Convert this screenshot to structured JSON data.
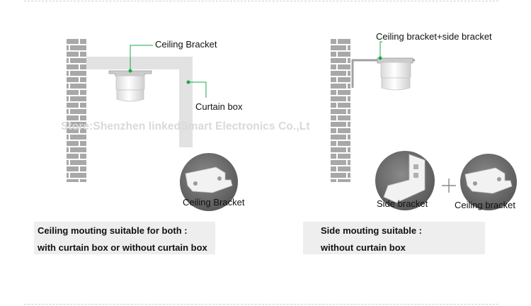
{
  "watermark": "Store:Shenzhen linkedSmart Electronics Co.,Lt",
  "left_diagram": {
    "ceiling_bracket_label": "Ceiling Bracket",
    "curtain_box_label": "Curtain box",
    "photo_label": "Ceiling Bracket",
    "caption": {
      "line1": "Ceiling mouting suitable for both :",
      "line2": "with curtain box or without curtain box"
    }
  },
  "right_diagram": {
    "combo_label": "Ceiling bracket+side bracket",
    "side_photo_label": "Side bracket",
    "plus": "+",
    "ceiling_photo_label": "Ceiling bracket",
    "caption": {
      "line1": "Side mouting suitable :",
      "line2": "without curtain box"
    }
  },
  "colors": {
    "brick_fill": "#a8a8a8",
    "wall_gray": "#e2e2e2",
    "leader_green": "#1aa84a",
    "caption_bg": "#eeeeee"
  }
}
